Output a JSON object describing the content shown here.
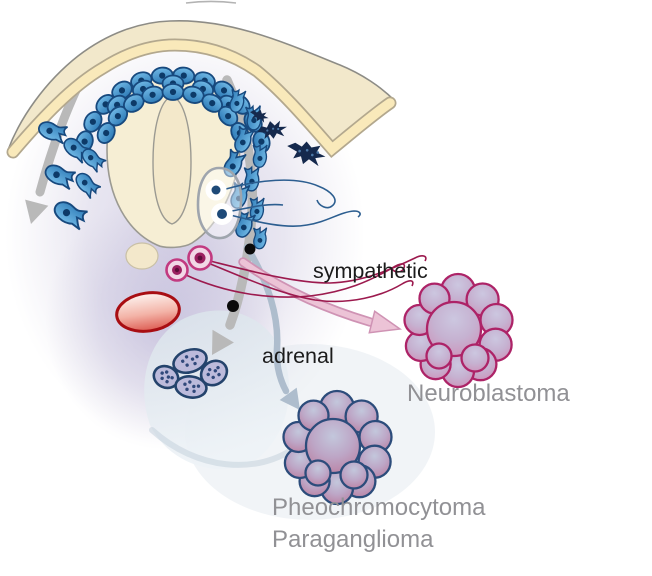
{
  "figure": {
    "type": "biomedical-diagram",
    "subject": "neural crest migration pathways and derived tumors",
    "labels": {
      "sympathetic": "sympathetic",
      "adrenal": "adrenal",
      "neuroblastoma": "Neuroblastoma",
      "pheochromocytoma": "Pheochromocytoma",
      "paraganglioma": "Paraganglioma"
    },
    "colors": {
      "background": "#ffffff",
      "pathway_label_text": "#1b1b1b",
      "tumor_label_text": "#919195",
      "ectoderm_fill": "#f2e8cb",
      "ectoderm_stroke": "#8d8c86",
      "epidermis_band": "#f9e9ba",
      "neural_tube_fill": "#f6eed4",
      "neural_tube_stroke": "#9b9a92",
      "neural_crest_cell_fill_top": "#6fb7e4",
      "neural_crest_cell_fill_bottom": "#2f7cb8",
      "neural_crest_cell_stroke": "#17497e",
      "melanoblast_fill": "#15294d",
      "drg_stroke": "#9fa5ad",
      "sensory_axon_blue": "#2c5e90",
      "sympathetic_cell_stroke": "#c23a80",
      "sympathetic_cell_fill": "#f2d7e6",
      "sympathetic_axon_crimson": "#9c1a4e",
      "aorta_stroke": "#a80d12",
      "gray_arrow": "#b9b9b9",
      "bluegray_arrow": "#aebdcd",
      "pink_arrow": "#ecc3d6",
      "pink_arrow_edge": "#cf93b4",
      "adrenal_lobe_fill": "#bcbadb",
      "adrenal_lobe_stroke": "#24436c",
      "neuroblastoma_stroke": "#ad2367",
      "pheochromocytoma_stroke": "#2c4c7b",
      "lavender_glow": "#b5aed2",
      "kidney_shape": "#e4eaf0"
    }
  }
}
